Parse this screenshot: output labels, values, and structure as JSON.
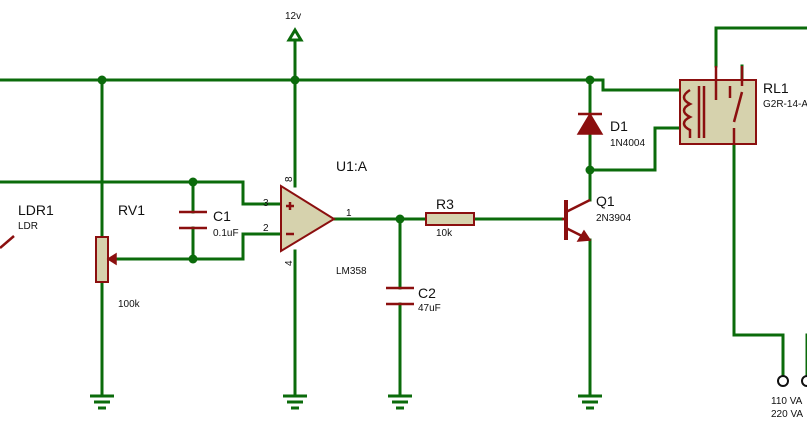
{
  "supply": {
    "label": "12v"
  },
  "components": {
    "ldr1": {
      "ref": "LDR1",
      "value": "LDR"
    },
    "rv1": {
      "ref": "RV1",
      "value": "100k"
    },
    "c1": {
      "ref": "C1",
      "value": "0.1uF"
    },
    "u1": {
      "ref": "U1:A",
      "value": "LM358",
      "pin_noninv": "3",
      "pin_inv": "2",
      "pin_out": "1",
      "pin_vcc": "8",
      "pin_gnd": "4"
    },
    "r3": {
      "ref": "R3",
      "value": "10k"
    },
    "c2": {
      "ref": "C2",
      "value": "47uF"
    },
    "d1": {
      "ref": "D1",
      "value": "1N4004"
    },
    "q1": {
      "ref": "Q1",
      "value": "2N3904"
    },
    "rl1": {
      "ref": "RL1",
      "value": "G2R-14-A"
    }
  },
  "mains": {
    "line1": "110 VA",
    "line2": "220 VA"
  },
  "colors": {
    "wire": "#0b6b0b",
    "component": "#8b0f0f",
    "body_fill": "#d6d2ad"
  }
}
